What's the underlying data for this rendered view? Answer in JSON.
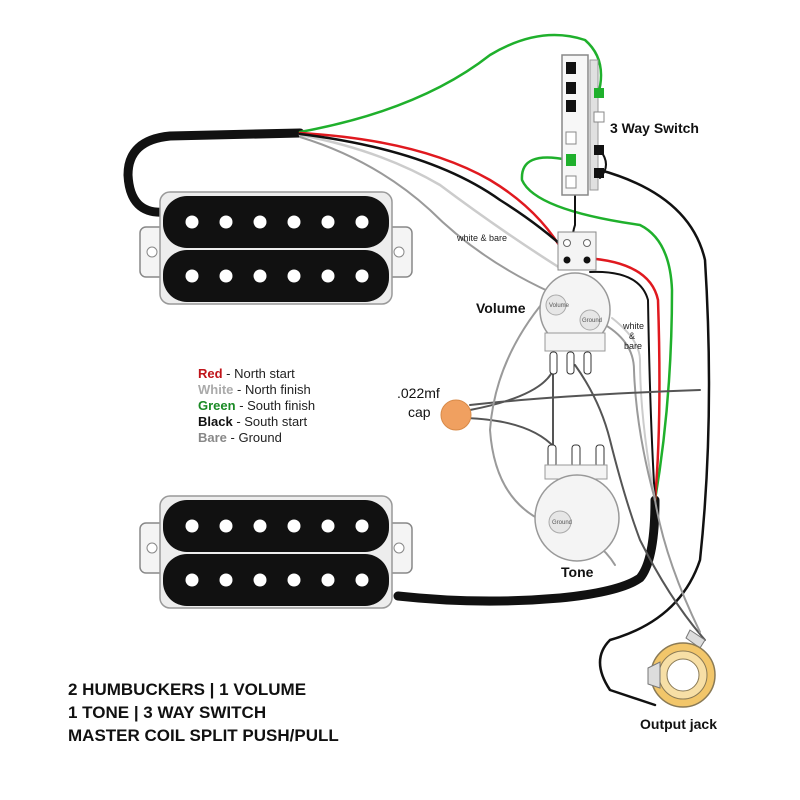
{
  "colors": {
    "red": "#e0191f",
    "green": "#1fb02c",
    "black": "#111111",
    "white_wire": "#d0d0d0",
    "bare_wire": "#9a9a9a",
    "cap": "#f0a060",
    "jack_ring": "#f2c66a"
  },
  "labels": {
    "three_way_switch": "3 Way Switch",
    "volume": "Volume",
    "tone": "Tone",
    "output_jack": "Output jack",
    "cap_line1": ".022mf",
    "cap_line2": "cap",
    "white_bare_top": "white & bare",
    "white_bare_right_1": "white",
    "white_bare_right_2": "&",
    "white_bare_right_3": "bare",
    "pot_ground_volume": "Ground",
    "pot_ground_tone": "Ground",
    "pot_label_volume_left": "Volume"
  },
  "legend": [
    {
      "key": "Red",
      "color": "#c0141a",
      "desc": " - North start"
    },
    {
      "key": "White",
      "color": "#aaaaaa",
      "desc": " - North finish"
    },
    {
      "key": "Green",
      "color": "#1a8a25",
      "desc": " - South finish"
    },
    {
      "key": "Black",
      "color": "#111111",
      "desc": " - South start"
    },
    {
      "key": "Bare",
      "color": "#888888",
      "desc": " - Ground"
    }
  ],
  "title_lines": [
    "2 HUMBUCKERS | 1 VOLUME",
    "1 TONE | 3 WAY SWITCH",
    "MASTER COIL SPLIT PUSH/PULL"
  ]
}
